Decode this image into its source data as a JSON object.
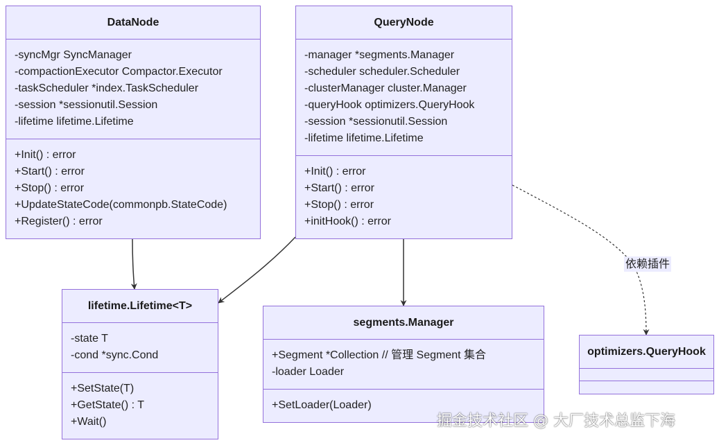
{
  "classes": {
    "datanode": {
      "name": "DataNode",
      "attributes": [
        "-syncMgr SyncManager",
        "-compactionExecutor Compactor.Executor",
        "-taskScheduler *index.TaskScheduler",
        "-session *sessionutil.Session",
        "-lifetime lifetime.Lifetime"
      ],
      "methods": [
        "+Init() : error",
        "+Start() : error",
        "+Stop() : error",
        "+UpdateStateCode(commonpb.StateCode)",
        "+Register() : error"
      ]
    },
    "querynode": {
      "name": "QueryNode",
      "attributes": [
        "-manager *segments.Manager",
        "-scheduler scheduler.Scheduler",
        "-clusterManager cluster.Manager",
        "-queryHook optimizers.QueryHook",
        "-session *sessionutil.Session",
        "-lifetime lifetime.Lifetime"
      ],
      "methods": [
        "+Init() : error",
        "+Start() : error",
        "+Stop() : error",
        "+initHook() : error"
      ]
    },
    "lifetime": {
      "name": "lifetime.Lifetime<T>",
      "attributes": [
        "-state T",
        "-cond *sync.Cond"
      ],
      "methods": [
        "+SetState(T)",
        "+GetState() : T",
        "+Wait()"
      ]
    },
    "segments_manager": {
      "name": "segments.Manager",
      "attributes": [
        "+Segment *Collection // 管理 Segment 集合",
        "-loader Loader"
      ],
      "methods": [
        "+SetLoader(Loader)"
      ]
    },
    "queryhook": {
      "name": "optimizers.QueryHook",
      "attributes": [],
      "methods": []
    }
  },
  "edges": {
    "queryhook_label": "依赖插件"
  },
  "colors": {
    "node_fill": "#ececff",
    "node_border": "#9370db",
    "edge": "#333333"
  },
  "watermark": "掘金技术社区 @ 大厂技术总监下海"
}
